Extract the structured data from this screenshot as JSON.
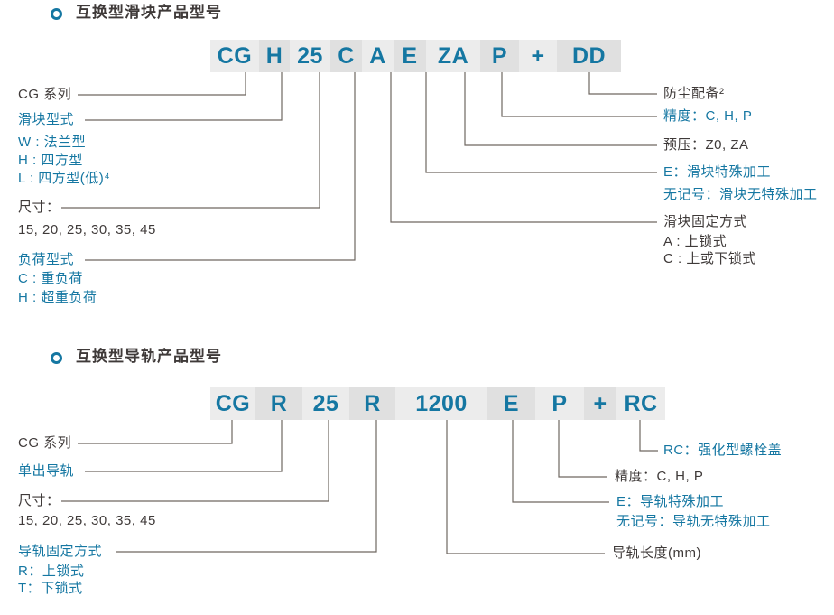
{
  "colors": {
    "accent_blue": "#1577a2",
    "text_dark": "#3f3a39",
    "connector_line": "#6f6761",
    "segment_light": "#ececec",
    "segment_dark": "#e0e0e0"
  },
  "section1": {
    "title": "互换型滑块产品型号",
    "code": [
      "CG",
      "H",
      "25",
      "C",
      "A",
      "E",
      "ZA",
      "P",
      "+",
      "DD"
    ],
    "left": {
      "series": "CG 系列",
      "block_type_title": "滑块型式",
      "block_type_w": "W : 法兰型",
      "block_type_h": "H : 四方型",
      "block_type_l": "L : 四方型(低)⁴",
      "size_title": "尺寸：",
      "size_values": "15, 20, 25, 30, 35, 45",
      "load_type_title": "负荷型式",
      "load_type_c": "C : 重负荷",
      "load_type_h": "H : 超重负荷"
    },
    "right": {
      "dust_proof": "防尘配备²",
      "accuracy": "精度：C, H, P",
      "preload": "预压：Z0, ZA",
      "special_e": "E：滑块特殊加工",
      "special_none": "无记号：滑块无特殊加工",
      "fixing_title": "滑块固定方式",
      "fixing_a": "A : 上锁式",
      "fixing_c": "C : 上或下锁式"
    }
  },
  "section2": {
    "title": "互换型导轨产品型号",
    "code": [
      "CG",
      "R",
      "25",
      "R",
      "1200",
      "E",
      "P",
      "+",
      "RC"
    ],
    "left": {
      "series": "CG 系列",
      "single_rail": "单出导轨",
      "size_title": "尺寸：",
      "size_values": "15, 20, 25, 30, 35, 45",
      "fixing_title": "导轨固定方式",
      "fixing_r": "R：上锁式",
      "fixing_t": "T：下锁式"
    },
    "right": {
      "rc": "RC：强化型螺栓盖",
      "accuracy": "精度：C, H, P",
      "special_e": "E：导轨特殊加工",
      "special_none": "无记号：导轨无特殊加工",
      "rail_length": "导轨长度(mm)"
    }
  }
}
